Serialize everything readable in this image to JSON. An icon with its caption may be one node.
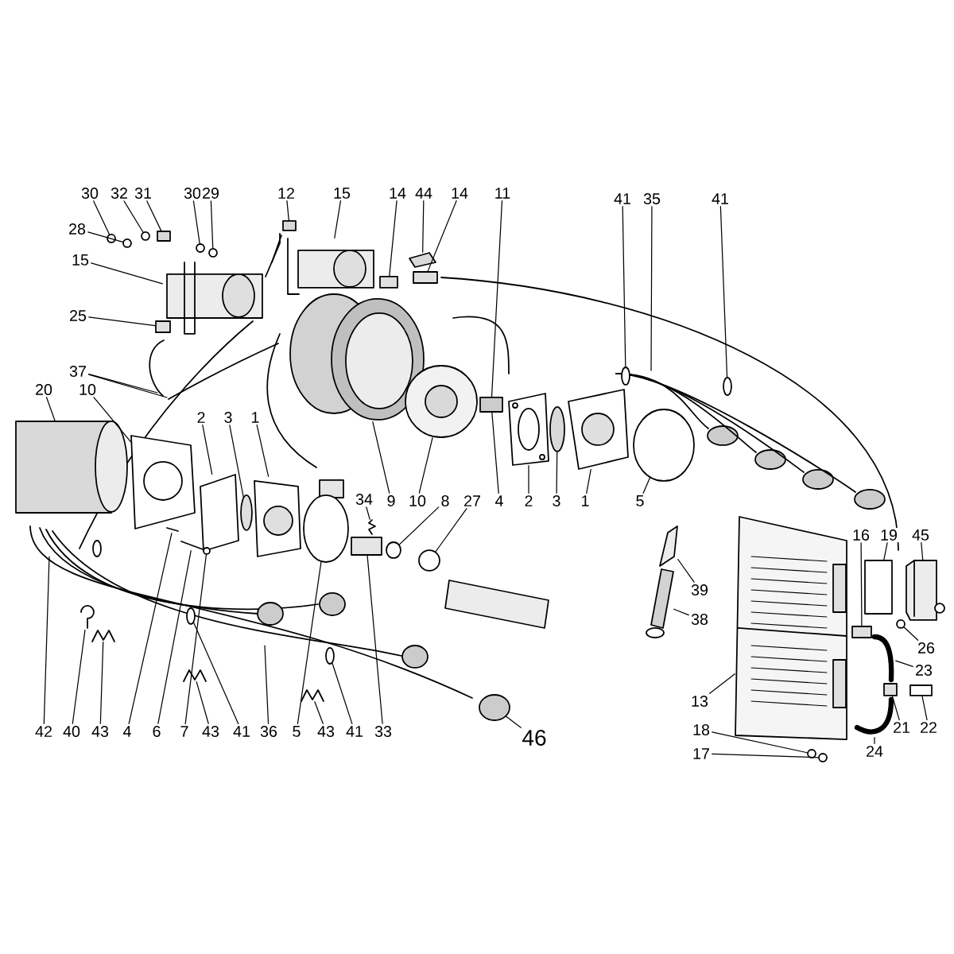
{
  "diagram": {
    "nodes": [
      {
        "text": [
          "30"
        ]
      },
      {
        "text": [
          "32"
        ]
      },
      {
        "text": [
          "31"
        ]
      },
      {
        "text": [
          "30"
        ]
      },
      {
        "text": [
          "29"
        ]
      },
      {
        "text": [
          "12"
        ]
      },
      {
        "text": [
          "15"
        ]
      },
      {
        "text": [
          "14"
        ]
      },
      {
        "text": [
          "44"
        ]
      },
      {
        "text": [
          "14"
        ]
      },
      {
        "text": [
          "11"
        ]
      },
      {
        "text": [
          "41"
        ]
      },
      {
        "text": [
          "35"
        ]
      },
      {
        "text": [
          "41"
        ]
      },
      {
        "text": [
          "28"
        ]
      },
      {
        "text": [
          "15"
        ]
      },
      {
        "text": [
          "25"
        ]
      },
      {
        "text": [
          "37"
        ]
      },
      {
        "text": [
          "20"
        ]
      },
      {
        "text": [
          "10"
        ]
      },
      {
        "text": [
          "2"
        ]
      },
      {
        "text": [
          "3"
        ]
      },
      {
        "text": [
          "1"
        ]
      },
      {
        "text": [
          "34"
        ]
      },
      {
        "text": [
          "9"
        ]
      },
      {
        "text": [
          "10"
        ]
      },
      {
        "text": [
          "8"
        ]
      },
      {
        "text": [
          "27"
        ]
      },
      {
        "text": [
          "4"
        ]
      },
      {
        "text": [
          "2"
        ]
      },
      {
        "text": [
          "3"
        ]
      },
      {
        "text": [
          "1"
        ]
      },
      {
        "text": [
          "5"
        ]
      },
      {
        "text": [
          "16"
        ]
      },
      {
        "text": [
          "19"
        ]
      },
      {
        "text": [
          "45"
        ]
      },
      {
        "text": [
          "39"
        ]
      },
      {
        "text": [
          "38"
        ]
      },
      {
        "text": [
          "26"
        ]
      },
      {
        "text": [
          "23"
        ]
      },
      {
        "text": [
          "13"
        ]
      },
      {
        "text": [
          "21"
        ]
      },
      {
        "text": [
          "22"
        ]
      },
      {
        "text": [
          "18"
        ]
      },
      {
        "text": [
          "24"
        ]
      },
      {
        "text": [
          "17"
        ]
      },
      {
        "text": [
          "42"
        ]
      },
      {
        "text": [
          "40"
        ]
      },
      {
        "text": [
          "43"
        ]
      },
      {
        "text": [
          "4"
        ]
      },
      {
        "text": [
          "6"
        ]
      },
      {
        "text": [
          "7"
        ]
      },
      {
        "text": [
          "43"
        ]
      },
      {
        "text": [
          "41"
        ]
      },
      {
        "text": [
          "36"
        ]
      },
      {
        "text": [
          "5"
        ]
      },
      {
        "text": [
          "43"
        ]
      },
      {
        "text": [
          "41"
        ]
      },
      {
        "text": [
          "33"
        ]
      },
      {
        "text": [
          "46"
        ]
      },
      {
        "text": [],
        "shape": "circle"
      },
      {
        "text": [],
        "shape": "circle"
      },
      {
        "text": [],
        "shape": "box"
      },
      {
        "text": [],
        "shape": "circle"
      },
      {
        "text": [],
        "shape": "circle"
      },
      {
        "text": [],
        "shape": "circle"
      },
      {
        "text": [],
        "shape": "picture"
      },
      {
        "text": [],
        "shape": "box"
      },
      {
        "text": [],
        "shape": "box"
      },
      {
        "text": [],
        "shape": "picture"
      },
      {
        "text": [],
        "shape": "box"
      },
      {
        "text": [],
        "shape": "picture"
      },
      {
        "text": [],
        "shape": "box"
      },
      {
        "text": [],
        "shape": "box"
      },
      {
        "text": [],
        "shape": "circle"
      },
      {
        "text": [],
        "shape": "circle"
      },
      {
        "text": [],
        "shape": "cylinder"
      },
      {
        "text": [],
        "shape": "picture"
      },
      {
        "text": [],
        "shape": "picture"
      },
      {
        "text": [],
        "shape": "circle"
      },
      {
        "text": [],
        "shape": "picture"
      },
      {
        "text": [],
        "shape": "picture"
      },
      {
        "text": [],
        "shape": "picture"
      },
      {
        "text": [],
        "shape": "picture"
      },
      {
        "text": [],
        "shape": "circle"
      },
      {
        "text": [],
        "shape": "circle"
      },
      {
        "text": [],
        "shape": "picture"
      },
      {
        "text": [],
        "shape": "circle"
      },
      {
        "text": [],
        "shape": "picture"
      },
      {
        "text": [],
        "shape": "circle"
      },
      {
        "text": [],
        "shape": "box"
      },
      {
        "text": [],
        "shape": "box"
      },
      {
        "text": [],
        "shape": "picture"
      },
      {
        "text": [],
        "shape": "picture"
      },
      {
        "text": [],
        "shape": "picture"
      },
      {
        "text": [],
        "shape": "circle"
      },
      {
        "text": [],
        "shape": "picture"
      },
      {
        "text": [],
        "shape": "picture"
      },
      {
        "text": [],
        "shape": "box"
      },
      {
        "text": [],
        "shape": "box"
      },
      {
        "text": [],
        "shape": "circle"
      },
      {
        "text": [],
        "shape": "picture"
      },
      {
        "text": [],
        "shape": "circle"
      },
      {
        "text": [],
        "shape": "picture"
      },
      {
        "text": [],
        "shape": "picture"
      },
      {
        "text": [],
        "shape": "picture"
      },
      {
        "text": [],
        "shape": "picture"
      },
      {
        "text": [],
        "shape": "circle"
      },
      {
        "text": [],
        "shape": "picture"
      },
      {
        "text": [],
        "shape": "circle"
      },
      {
        "text": [],
        "shape": "circle"
      },
      {
        "text": [],
        "shape": "picture"
      },
      {
        "text": [],
        "shape": "circle"
      },
      {
        "text": [],
        "shape": "box"
      },
      {
        "text": [],
        "shape": "circle"
      }
    ],
    "edges": [
      {
        "from": 0,
        "to": 60,
        "arrow": "none"
      },
      {
        "from": 1,
        "to": 61,
        "arrow": "none"
      },
      {
        "from": 2,
        "to": 62,
        "arrow": "none"
      },
      {
        "from": 3,
        "to": 64,
        "arrow": "none"
      },
      {
        "from": 4,
        "to": 65,
        "arrow": "none"
      },
      {
        "from": 5,
        "to": 68,
        "arrow": "none"
      },
      {
        "from": 6,
        "to": 69,
        "arrow": "none"
      },
      {
        "from": 7,
        "to": 70,
        "arrow": "none"
      },
      {
        "from": 8,
        "to": 71,
        "arrow": "none"
      },
      {
        "from": 9,
        "to": 72,
        "arrow": "none"
      },
      {
        "from": 10,
        "to": 73,
        "arrow": "none"
      },
      {
        "from": 11,
        "to": 74,
        "arrow": "none"
      },
      {
        "from": 12,
        "to": null,
        "arrow": "none"
      },
      {
        "from": 13,
        "to": 75,
        "arrow": "none"
      },
      {
        "from": 14,
        "to": 63,
        "arrow": "none"
      },
      {
        "from": 15,
        "to": 66,
        "arrow": "none"
      },
      {
        "from": 16,
        "to": 67,
        "arrow": "none"
      },
      {
        "from": 17,
        "to": null,
        "arrow": "none"
      },
      {
        "from": 17,
        "to": null,
        "arrow": "none"
      },
      {
        "from": 18,
        "to": 76,
        "arrow": "none"
      },
      {
        "from": 19,
        "to": 77,
        "arrow": "none"
      },
      {
        "from": 20,
        "to": 78,
        "arrow": "none"
      },
      {
        "from": 21,
        "to": 79,
        "arrow": "none"
      },
      {
        "from": 22,
        "to": 80,
        "arrow": "none"
      },
      {
        "from": 23,
        "to": 81,
        "arrow": "none"
      },
      {
        "from": 24,
        "to": 82,
        "arrow": "none"
      },
      {
        "from": 25,
        "to": 83,
        "arrow": "none"
      },
      {
        "from": 26,
        "to": 84,
        "arrow": "none"
      },
      {
        "from": 27,
        "to": 85,
        "arrow": "none"
      },
      {
        "from": 28,
        "to": 73,
        "arrow": "none"
      },
      {
        "from": 29,
        "to": 86,
        "arrow": "none"
      },
      {
        "from": 30,
        "to": 87,
        "arrow": "none"
      },
      {
        "from": 31,
        "to": 88,
        "arrow": "none"
      },
      {
        "from": 32,
        "to": 89,
        "arrow": "none"
      },
      {
        "from": 33,
        "to": 90,
        "arrow": "none"
      },
      {
        "from": 34,
        "to": 91,
        "arrow": "none"
      },
      {
        "from": 35,
        "to": 92,
        "arrow": "none"
      },
      {
        "from": 36,
        "to": 93,
        "arrow": "none"
      },
      {
        "from": 37,
        "to": 94,
        "arrow": "none"
      },
      {
        "from": 38,
        "to": 95,
        "arrow": "none"
      },
      {
        "from": 39,
        "to": 96,
        "arrow": "none"
      },
      {
        "from": 40,
        "to": 97,
        "arrow": "none"
      },
      {
        "from": 41,
        "to": 98,
        "arrow": "none"
      },
      {
        "from": 42,
        "to": 99,
        "arrow": "none"
      },
      {
        "from": 43,
        "to": 100,
        "arrow": "none"
      },
      {
        "from": 44,
        "to": 101,
        "arrow": "none"
      },
      {
        "from": 45,
        "to": 102,
        "arrow": "none"
      },
      {
        "from": 46,
        "to": null,
        "arrow": "none"
      },
      {
        "from": 47,
        "to": 103,
        "arrow": "none"
      },
      {
        "from": 48,
        "to": 104,
        "arrow": "none"
      },
      {
        "from": 49,
        "to": 105,
        "arrow": "none"
      },
      {
        "from": 50,
        "to": 106,
        "arrow": "none"
      },
      {
        "from": 51,
        "to": 107,
        "arrow": "none"
      },
      {
        "from": 52,
        "to": 108,
        "arrow": "none"
      },
      {
        "from": 53,
        "to": 109,
        "arrow": "none"
      },
      {
        "from": 54,
        "to": null,
        "arrow": "none"
      },
      {
        "from": 55,
        "to": 110,
        "arrow": "none"
      },
      {
        "from": 56,
        "to": 111,
        "arrow": "none"
      },
      {
        "from": 57,
        "to": 112,
        "arrow": "none"
      },
      {
        "from": 58,
        "to": 113,
        "arrow": "none"
      },
      {
        "from": 59,
        "to": 114,
        "arrow": "none"
      }
    ]
  }
}
